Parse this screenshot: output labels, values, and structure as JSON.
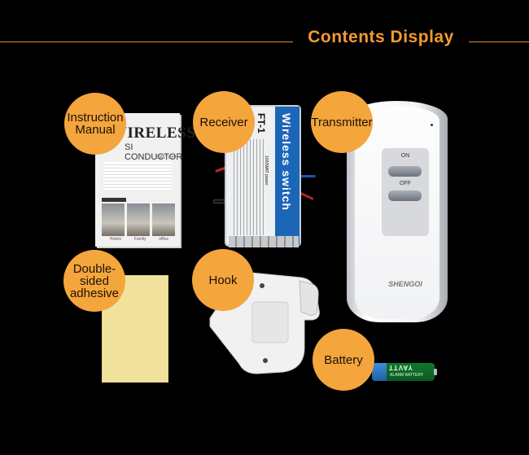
{
  "header": {
    "title": "Contents Display"
  },
  "items": [
    {
      "label_lines": [
        "Instruction",
        "Manual"
      ]
    },
    {
      "label_lines": [
        "Receiver"
      ]
    },
    {
      "label_lines": [
        "Transmitter"
      ]
    },
    {
      "label_lines": [
        "Double-",
        "sided",
        "adhesive"
      ]
    },
    {
      "label_lines": [
        "Hook"
      ]
    },
    {
      "label_lines": [
        "Battery"
      ]
    }
  ],
  "manual": {
    "title": "WIRELESS",
    "subtitle": "SI CONDUCTOR",
    "tag": "SWITCH",
    "photo_labels": [
      "Hotels",
      "Family",
      "office"
    ]
  },
  "receiver": {
    "model": "FT-1",
    "brand_text": "Wireless switch",
    "power": "1000WAT power"
  },
  "transmitter": {
    "on_label": "ON",
    "off_label": "OFF",
    "brand": "SHENGOI"
  },
  "battery": {
    "top_text": "YAVTT",
    "bottom_text": "ALARM BATTERY"
  },
  "colors": {
    "accent": "#f59a2e",
    "bubble": "#f4a53c",
    "background": "#000000"
  }
}
